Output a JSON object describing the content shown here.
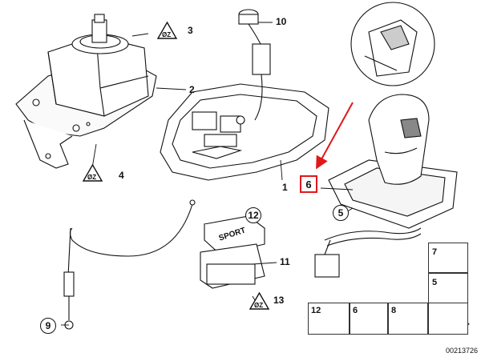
{
  "callouts": {
    "c1": "1",
    "c2": "2",
    "c3": "3",
    "c4": "4",
    "c5": "5",
    "c6": "6",
    "c7": "7",
    "c8": "8",
    "c9": "9",
    "c10": "10",
    "c11": "11",
    "c12": "12",
    "c13": "13"
  },
  "warning_symbol_text": "ØZ",
  "sport_label": "SPORT",
  "legend": {
    "n7": "7",
    "n5": "5",
    "n12": "12",
    "n6": "6",
    "n8": "8"
  },
  "document_number": "00213726",
  "colors": {
    "highlight": "#e0181b",
    "line": "#111111"
  }
}
